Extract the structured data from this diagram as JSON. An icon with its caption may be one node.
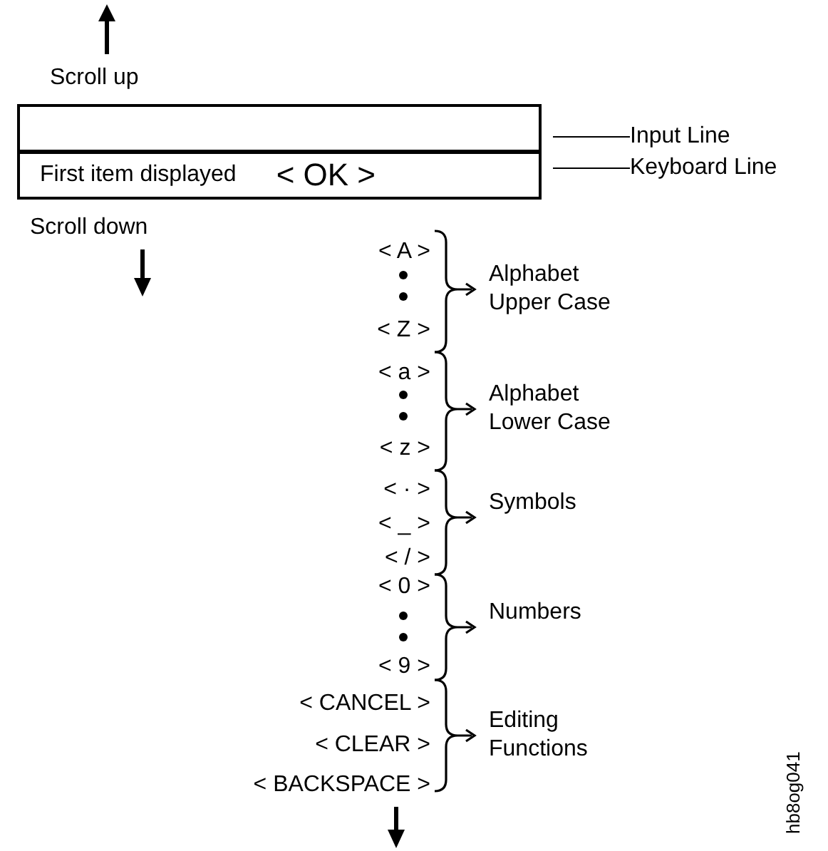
{
  "diagram": {
    "nodes": [
      {
        "text": [],
        "shape": "box"
      },
      {
        "text": [
          "First item displayed",
          "< OK >"
        ]
      },
      {
        "text": [
          "Input Line"
        ]
      },
      {
        "text": [
          "Keyboard Line"
        ]
      }
    ],
    "edges": [
      {
        "from": 2,
        "to": 0,
        "arrow": "none"
      },
      {
        "from": 3,
        "to": 1,
        "arrow": "none"
      }
    ],
    "labels": [
      "Scroll up",
      "Scroll down",
      "< A >",
      "Alphabet Upper Case",
      "< Z >",
      "< a >",
      "Alphabet Lower Case",
      "< z >",
      "< · >",
      "< _ >",
      "Symbols",
      "< / >",
      "< 0 >",
      "Numbers",
      "< 9 >",
      "< CANCEL >",
      "Editing Functions",
      "< CLEAR >",
      "< BACKSPACE >",
      "hb8og041"
    ]
  }
}
